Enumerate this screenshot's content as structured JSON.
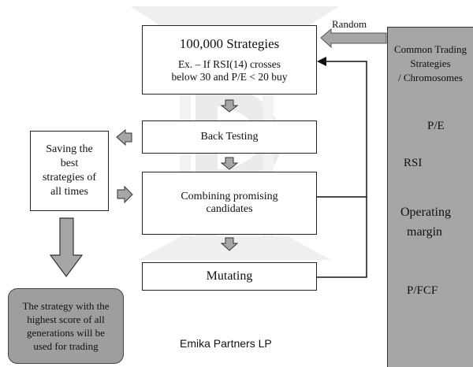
{
  "strategies_box": {
    "title": "100,000  Strategies",
    "example_line1": "Ex. – If RSI(14) crosses",
    "example_line2": "below 30 and P/E < 20 buy"
  },
  "back_testing": {
    "label": "Back Testing"
  },
  "combining": {
    "line1": "Combining promising",
    "line2": "candidates"
  },
  "mutating": {
    "label": "Mutating"
  },
  "saving_box": {
    "line1": "Saving the",
    "line2": "best",
    "line3": "strategies of",
    "line4": "all times"
  },
  "result_box": {
    "line1": "The strategy with the",
    "line2": "highest score of all",
    "line3": "generations will be",
    "line4": "used for trading"
  },
  "random_label": "Random",
  "side_panel": {
    "title_line1": "Common Trading",
    "title_line2": "Strategies",
    "title_line3": "/ Chromosomes",
    "items": [
      "P/E",
      "RSI",
      "Operating",
      "margin",
      "P/FCF"
    ]
  },
  "footer": "Emika Partners LP",
  "colors": {
    "arrow_fill": "#a6a6a6",
    "panel_fill": "#a6a6a6",
    "result_fill": "#9e9e9e",
    "watermark": "#eeeeee"
  },
  "icons": [
    "watermark-logo",
    "down-arrow",
    "left-arrow",
    "right-arrow",
    "big-down-arrow"
  ]
}
